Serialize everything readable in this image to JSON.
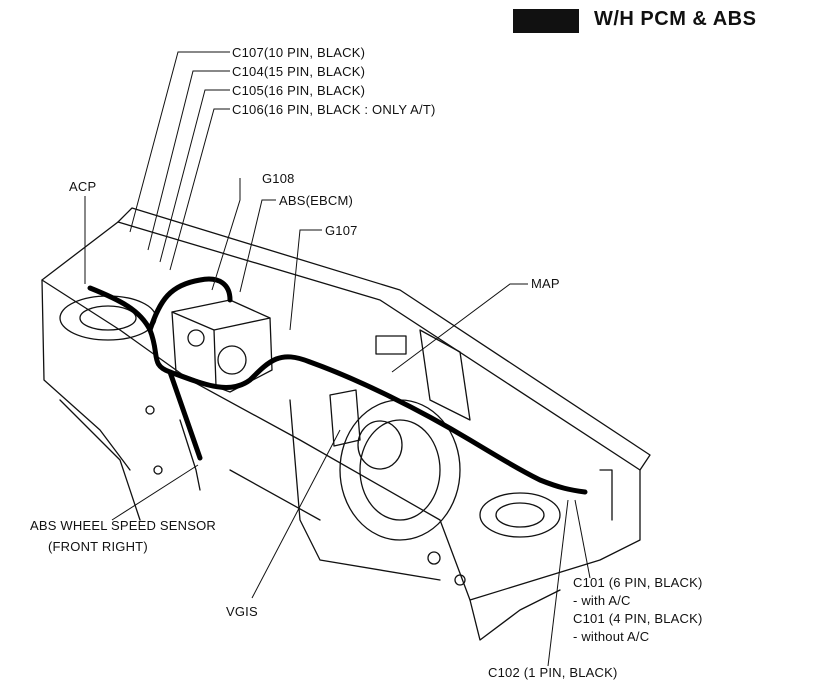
{
  "header": {
    "title": "W/H PCM & ABS"
  },
  "labels": {
    "c107": "C107(10 PIN, BLACK)",
    "c104": "C104(15 PIN, BLACK)",
    "c105": "C105(16 PIN, BLACK)",
    "c106": "C106(16 PIN, BLACK : ONLY A/T)",
    "acp": "ACP",
    "g108": "G108",
    "abs_ebcm": "ABS(EBCM)",
    "g107": "G107",
    "map": "MAP",
    "abs_sensor_line1": "ABS WHEEL SPEED SENSOR",
    "abs_sensor_line2": "(FRONT RIGHT)",
    "vgis": "VGIS",
    "c101_6pin": "C101 (6 PIN, BLACK)",
    "c101_with_ac": "- with A/C",
    "c101_4pin": "C101 (4 PIN, BLACK)",
    "c101_without_ac": "- without A/C",
    "c102": "C102 (1 PIN, BLACK)"
  }
}
